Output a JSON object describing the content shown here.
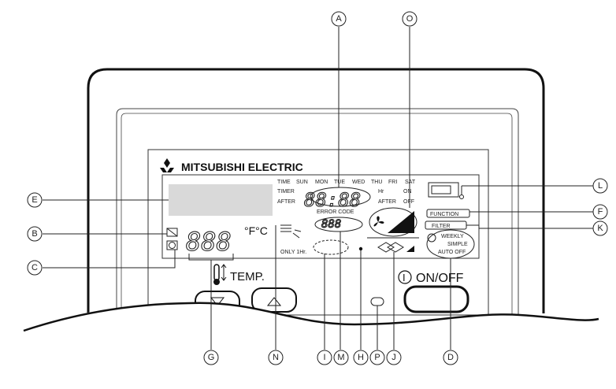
{
  "brand": {
    "name": "MITSUBISHI ELECTRIC"
  },
  "lcd": {
    "days": [
      "TIME",
      "SUN",
      "MON",
      "TUE",
      "WED",
      "THU",
      "FRI",
      "SAT"
    ],
    "timer_label": "TIMER",
    "after_label": "AFTER",
    "hr_label": "Hr",
    "on_label": "ON",
    "after_off_after": "AFTER",
    "after_off_off": "OFF",
    "clock_digits": "88:88",
    "error_code_label": "ERROR CODE",
    "error_digits": "888",
    "temp_digits": "888",
    "temp_units": "°F°C",
    "only_1hr": "ONLY 1Hr.",
    "function_label": "FUNCTION",
    "filter_label": "FILTER",
    "weekly_label": "WEEKLY",
    "simple_label": "SIMPLE",
    "auto_off_label": "AUTO OFF"
  },
  "controls": {
    "temp_label": "TEMP.",
    "on_off_label": "ON/OFF",
    "on_off_symbol": "I"
  },
  "callouts": [
    "A",
    "O",
    "E",
    "B",
    "C",
    "L",
    "F",
    "K",
    "D",
    "G",
    "N",
    "I",
    "M",
    "H",
    "P",
    "J"
  ]
}
